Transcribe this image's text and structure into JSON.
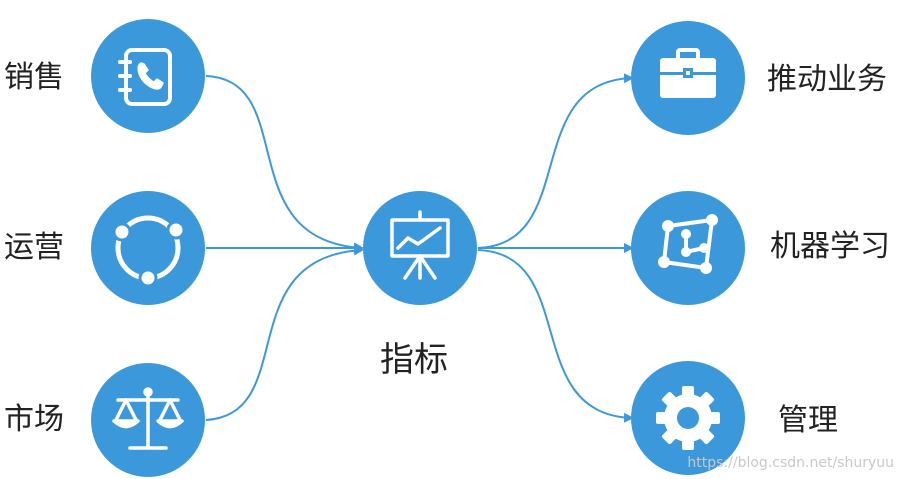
{
  "diagram": {
    "center": {
      "label": "指标",
      "icon": "presentation-chart-icon"
    },
    "inputs": [
      {
        "label": "销售",
        "icon": "address-book-phone-icon"
      },
      {
        "label": "运营",
        "icon": "cycle-icon"
      },
      {
        "label": "市场",
        "icon": "balance-scale-icon"
      }
    ],
    "outputs": [
      {
        "label": "推动业务",
        "icon": "briefcase-icon"
      },
      {
        "label": "机器学习",
        "icon": "network-nodes-icon"
      },
      {
        "label": "管理",
        "icon": "gear-icon"
      }
    ],
    "watermark": "https://blog.csdn.net/shuryuu"
  },
  "colors": {
    "node_fill": "#3b99db",
    "connector": "#3b99db",
    "icon": "#ffffff",
    "text": "#222222"
  }
}
